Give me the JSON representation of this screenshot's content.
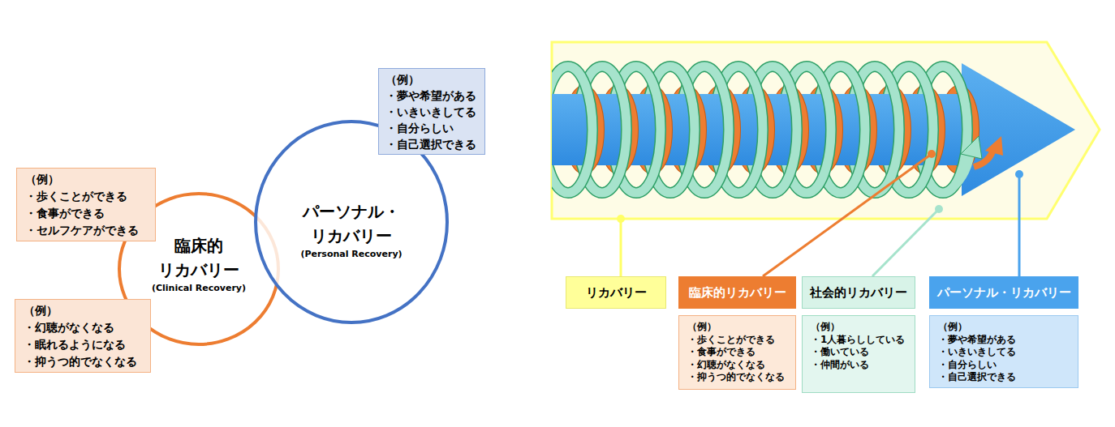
{
  "diagram": {
    "nodes": [
      {
        "text": [
          "（例）",
          "・歩くことができる",
          "・食事ができる",
          "・セルフケアができる"
        ]
      },
      {
        "text": [
          "臨床的 リカバリー",
          "(Clinical Recovery)"
        ]
      },
      {
        "text": [
          "（例）",
          "・幻聴がなくなる",
          "・眠れるようになる",
          "・抑うつ的でなくなる"
        ]
      },
      {
        "text": [
          "パーソナル・ リカバリー",
          "(Personal Recovery)"
        ]
      },
      {
        "text": [
          "（例）",
          "・夢や希望がある",
          "・いきいきしてる",
          "・自分らしい",
          "・自己選択できる"
        ]
      },
      {
        "text": [
          "リカバリー"
        ]
      },
      {
        "text": [
          "臨床的リカバリー"
        ]
      },
      {
        "text": [
          "（例）",
          "・歩くことができる",
          "・食事ができる",
          "・幻聴がなくなる",
          "・抑うつ的でなくなる"
        ]
      },
      {
        "text": [
          "社会的リカバリー"
        ]
      },
      {
        "text": [
          "（例）",
          "・1人暮らししている",
          "・働いている",
          "・仲間がいる"
        ]
      },
      {
        "text": [
          "パーソナル・リカバリー"
        ]
      },
      {
        "text": [
          "（例）",
          "・夢や希望がある",
          "・いきいきしてる",
          "・自分らしい",
          "・自己選択できる"
        ]
      }
    ]
  }
}
